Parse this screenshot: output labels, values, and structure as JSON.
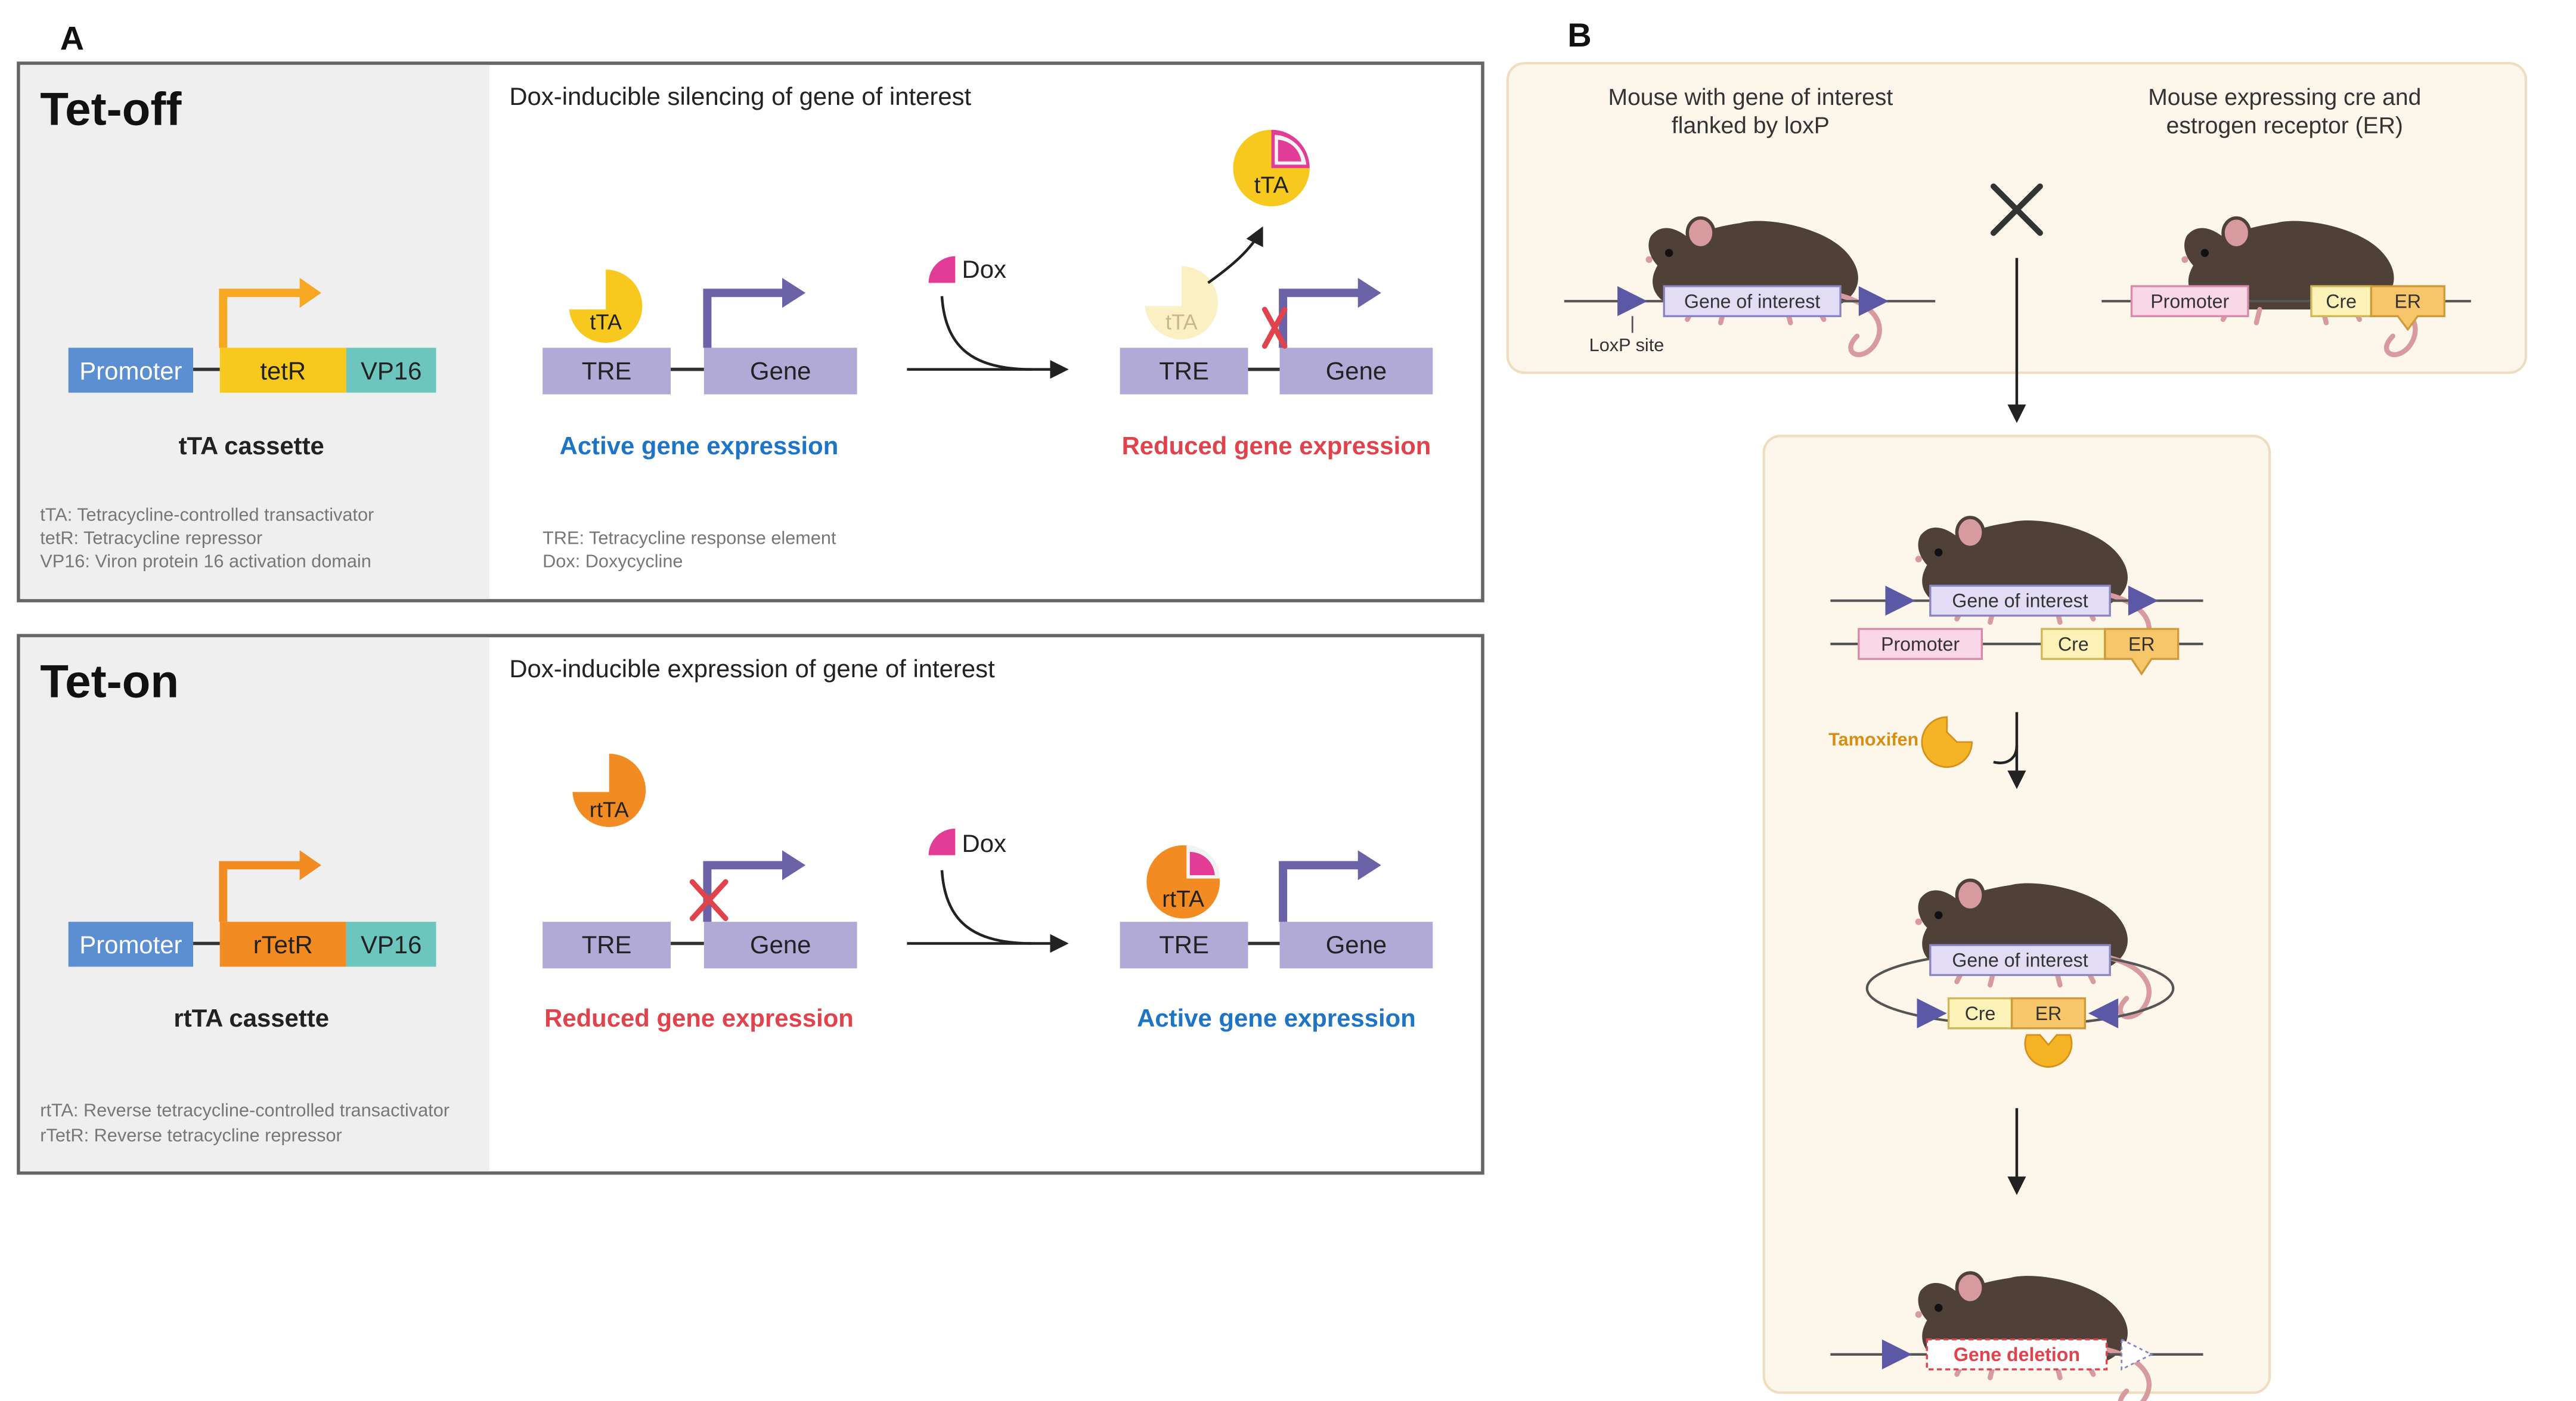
{
  "panel_a": {
    "label": "A",
    "tet_off": {
      "title": "Tet-off",
      "subtitle": "Dox-inducible silencing of gene of interest",
      "cassette": {
        "promoter": "Promoter",
        "core": "tetR",
        "vp16": "VP16",
        "caption": "tTA cassette"
      },
      "glossary": [
        "tTA: Tetracycline-controlled transactivator",
        "tetR: Tetracycline repressor",
        "VP16: Viron protein 16 activation domain"
      ],
      "glossary2": [
        "TRE: Tetracycline response element",
        "Dox: Doxycycline"
      ],
      "left": {
        "tre": "TRE",
        "gene": "Gene",
        "protein": "tTA",
        "status": "Active gene expression"
      },
      "dox": "Dox",
      "right": {
        "tre": "TRE",
        "gene": "Gene",
        "protein_faded": "tTA",
        "protein_bound": "tTA",
        "status": "Reduced gene expression"
      }
    },
    "tet_on": {
      "title": "Tet-on",
      "subtitle": "Dox-inducible expression of gene of interest",
      "cassette": {
        "promoter": "Promoter",
        "core": "rTetR",
        "vp16": "VP16",
        "caption": "rtTA cassette"
      },
      "glossary": [
        "rtTA: Reverse tetracycline-controlled transactivator",
        "rTetR: Reverse tetracycline repressor"
      ],
      "left": {
        "tre": "TRE",
        "gene": "Gene",
        "protein": "rtTA",
        "status": "Reduced gene expression"
      },
      "dox": "Dox",
      "right": {
        "tre": "TRE",
        "gene": "Gene",
        "protein": "rtTA",
        "status": "Active gene expression"
      }
    }
  },
  "panel_b": {
    "label": "B",
    "mouse1_title": [
      "Mouse with gene of interest",
      "flanked by loxP"
    ],
    "mouse1_gene": "Gene of interest",
    "loxp_label": "LoxP site",
    "mouse2_title": [
      "Mouse expressing cre and",
      "estrogen receptor (ER)"
    ],
    "mouse2_promoter": "Promoter",
    "cre": "Cre",
    "er": "ER",
    "step1": {
      "gene": "Gene of interest",
      "promoter": "Promoter",
      "cre": "Cre",
      "er": "ER"
    },
    "tamoxifen": "Tamoxifen",
    "step2": {
      "gene": "Gene of interest",
      "cre": "Cre",
      "er": "ER"
    },
    "step3": {
      "deletion": "Gene deletion"
    }
  },
  "colors": {
    "promoter": "#5b8fd1",
    "tetR": "#f7c91e",
    "rTetR": "#f28c22",
    "vp16": "#6cc6bd",
    "tre_gene": "#b1a9d6",
    "arrow_purple": "#6b62a8",
    "active_blue": "#1e74c6",
    "reduced_red": "#e0434b",
    "dox_pink": "#e23c96",
    "panel_b_bg": "#fdf6ea",
    "mouse": "#4f4038"
  }
}
